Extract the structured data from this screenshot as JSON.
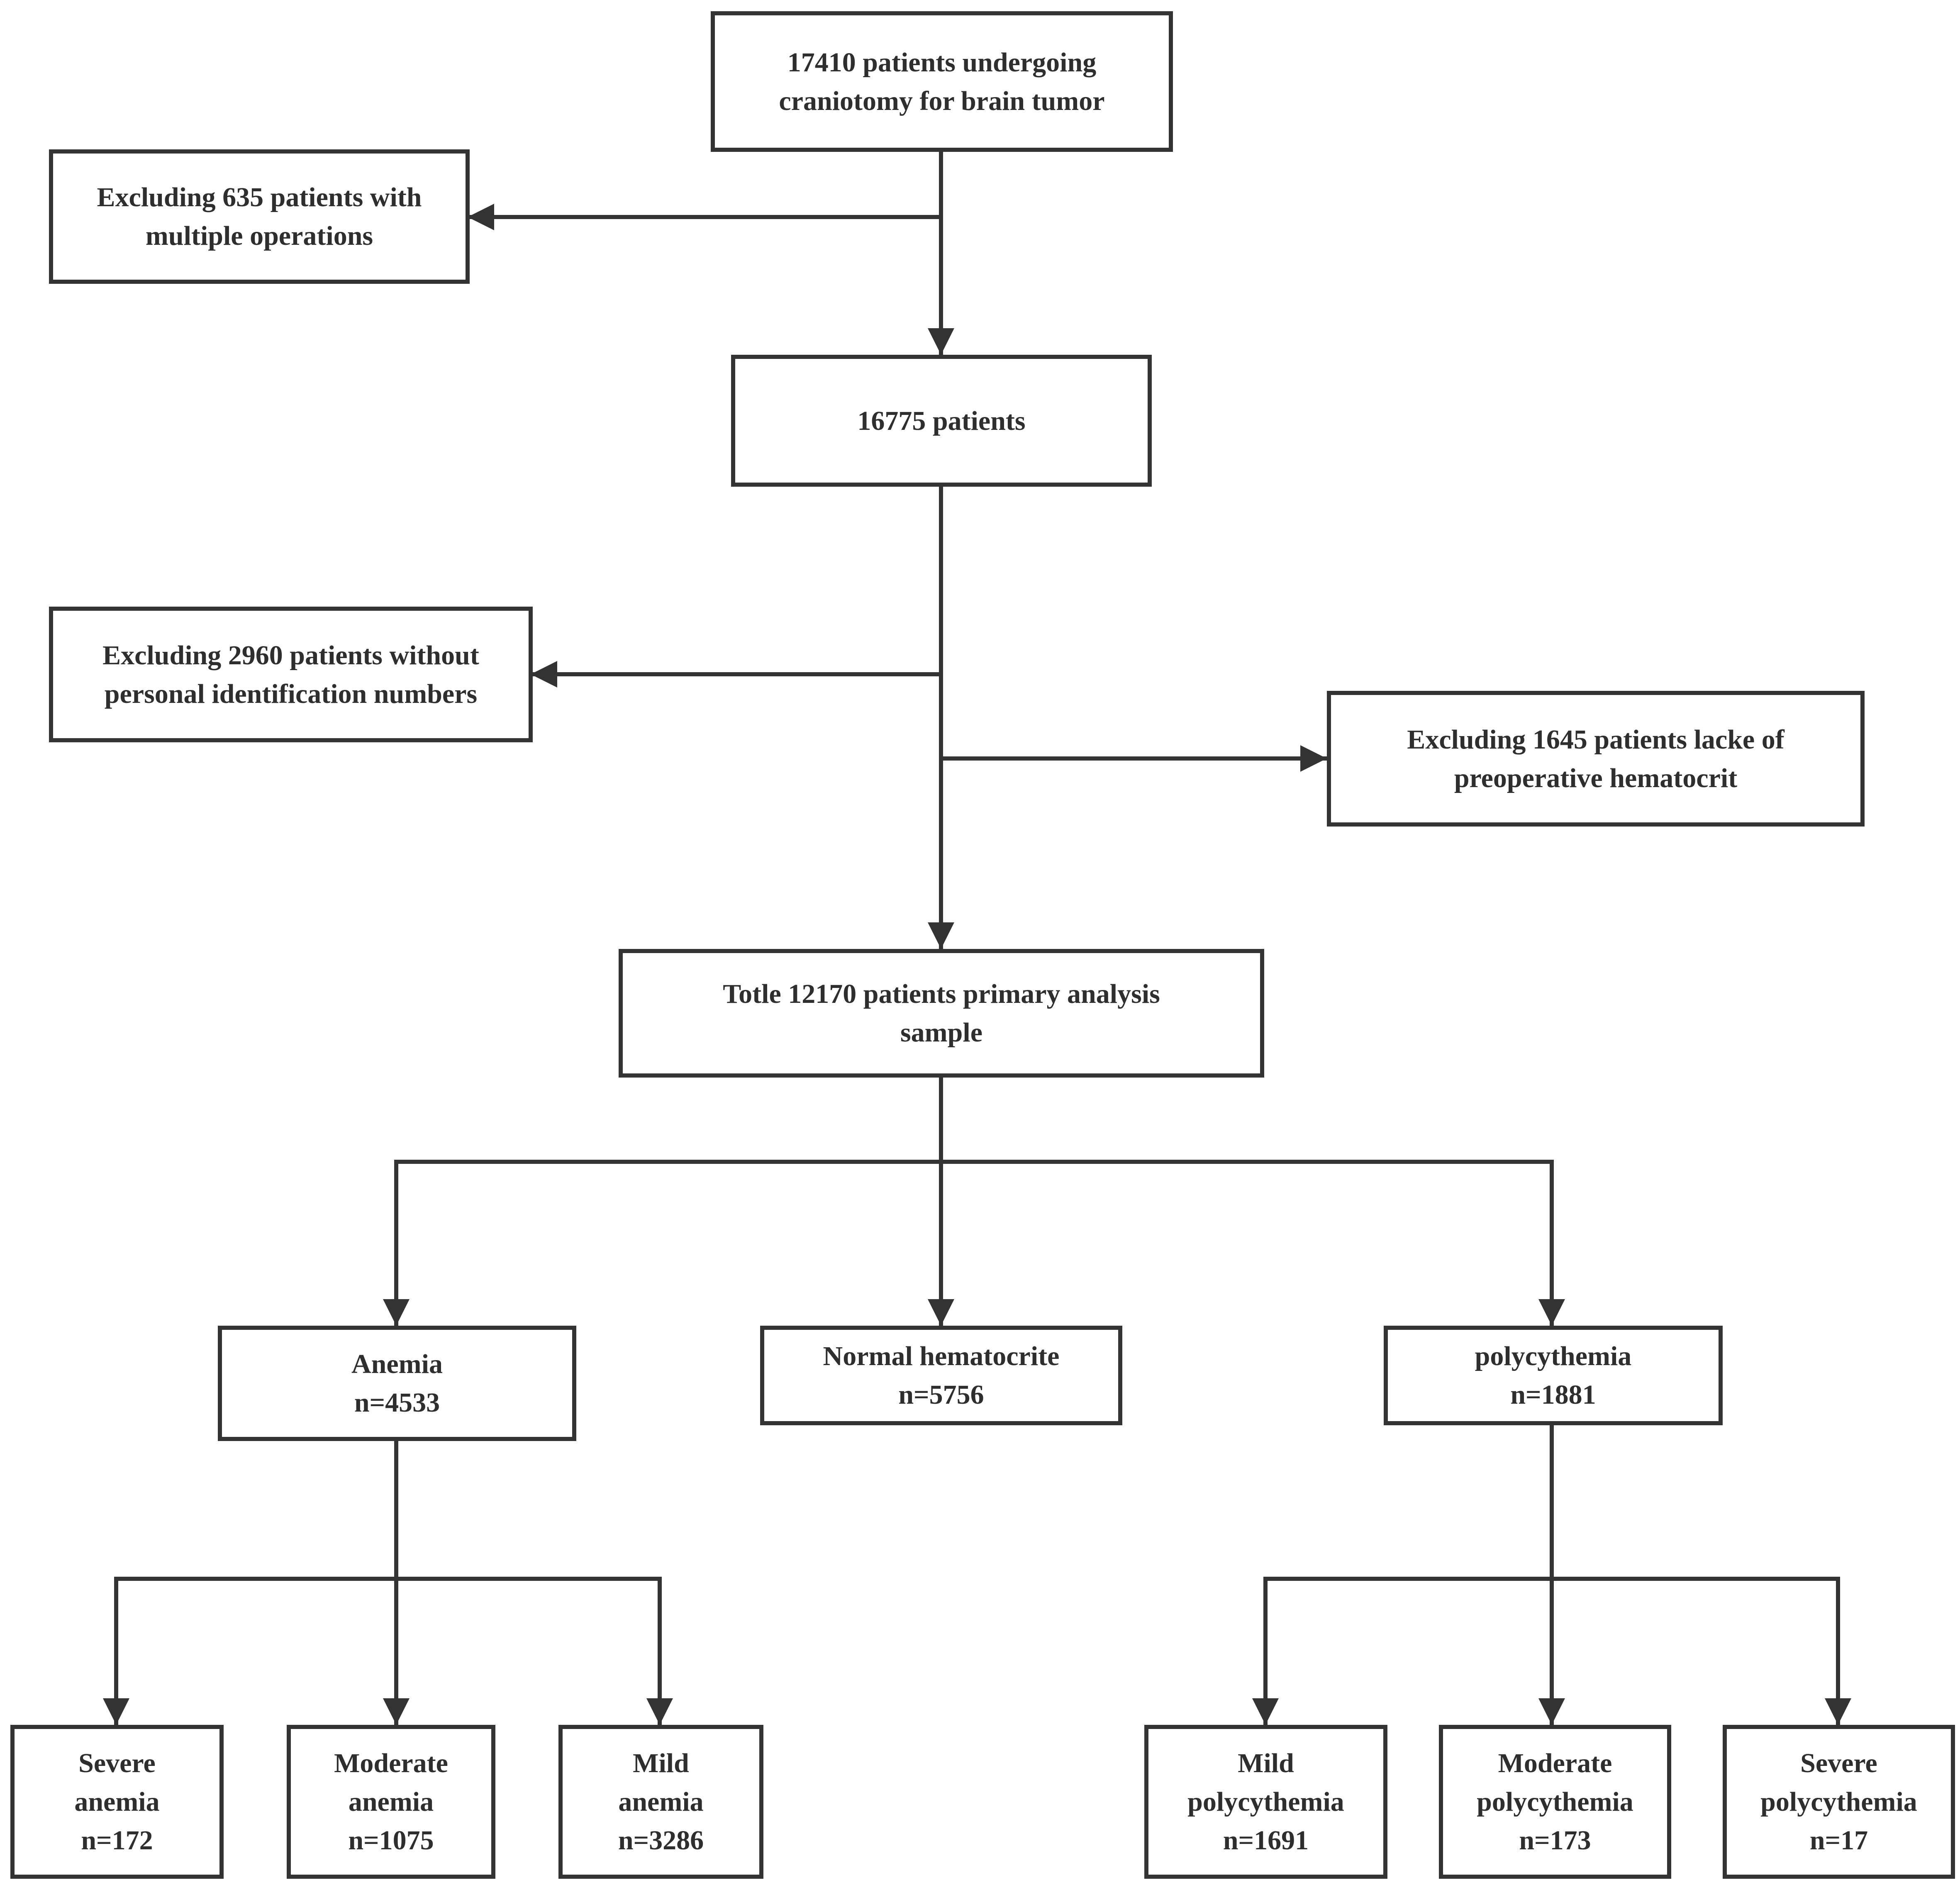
{
  "diagram": {
    "start": {
      "lines": [
        "17410 patients undergoing",
        "craniotomy for brain tumor"
      ]
    },
    "exclude_multiple_ops": {
      "lines": [
        "Excluding 635 patients with",
        "multiple operations"
      ]
    },
    "after_first_exclusion": {
      "lines": [
        "16775 patients"
      ]
    },
    "exclude_no_id": {
      "lines": [
        "Excluding 2960 patients without",
        "personal identification numbers"
      ]
    },
    "exclude_no_hematocrit": {
      "lines": [
        "Excluding 1645 patients lacke of",
        "preoperative hematocrit"
      ]
    },
    "analysis_sample": {
      "lines": [
        "Totle 12170 patients primary analysis",
        "sample"
      ]
    },
    "anemia": {
      "lines": [
        "Anemia",
        "n=4533"
      ]
    },
    "normal": {
      "lines": [
        "Normal hematocrite",
        "n=5756"
      ]
    },
    "polycythemia": {
      "lines": [
        "polycythemia",
        "n=1881"
      ]
    },
    "severe_anemia": {
      "lines": [
        "Severe",
        "anemia",
        "n=172"
      ]
    },
    "moderate_anemia": {
      "lines": [
        "Moderate",
        "anemia",
        "n=1075"
      ]
    },
    "mild_anemia": {
      "lines": [
        "Mild",
        "anemia",
        "n=3286"
      ]
    },
    "mild_polycythemia": {
      "lines": [
        "Mild",
        "polycythemia",
        "n=1691"
      ]
    },
    "moderate_polycythemia": {
      "lines": [
        "Moderate",
        "polycythemia",
        "n=173"
      ]
    },
    "severe_polycythemia": {
      "lines": [
        "Severe",
        "polycythemia",
        "n=17"
      ]
    }
  },
  "colors": {
    "stroke": "#333333",
    "text": "#2e2e2e",
    "background": "#ffffff"
  }
}
